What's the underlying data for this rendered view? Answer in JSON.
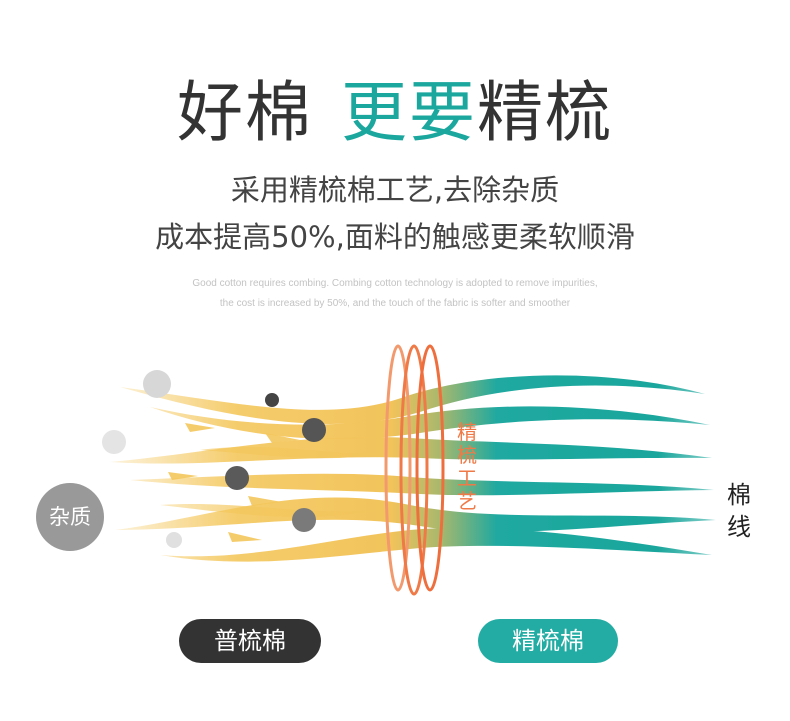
{
  "headline": {
    "part1": "好棉",
    "part2": "更要",
    "part3": "精梳"
  },
  "subtitle": {
    "line1": "采用精梳棉工艺,去除杂质",
    "line2": "成本提高50%,面料的触感更柔软顺滑"
  },
  "english": {
    "line1": "Good cotton requires combing. Combing cotton technology is adopted to remove impurities,",
    "line2": "the cost is increased by 50%, and the touch of the fabric is softer and smoother"
  },
  "illustration": {
    "impurity_label": "杂质",
    "process_label": "精梳工艺",
    "thread_label": "棉线"
  },
  "buttons": {
    "normal": "普梳棉",
    "combed": "精梳棉"
  },
  "colors": {
    "dark_text": "#333333",
    "accent_teal": "#1ba79e",
    "fiber_yellow": "#f4c75c",
    "fiber_teal": "#1fa9a0",
    "ring_orange": "#f07a47",
    "impurity_gray": "#999999"
  }
}
